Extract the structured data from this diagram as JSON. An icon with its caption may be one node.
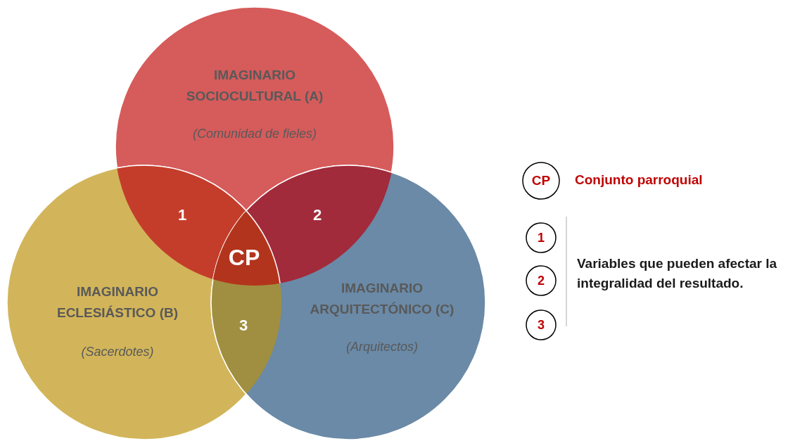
{
  "diagram": {
    "nodes": [
      {
        "text": [
          "IMAGINARIO SOCIOCULTURAL (A)",
          "(Comunidad de fieles)"
        ]
      },
      {
        "text": [
          "IMAGINARIO ECLESIÁSTICO (B)",
          "(Sacerdotes)"
        ]
      },
      {
        "text": [
          "IMAGINARIO ARQUITECTÓNICO (C)",
          "(Arquitectos)"
        ]
      },
      {
        "text": [
          "CP"
        ],
        "beside": [
          "Conjunto parroquial"
        ]
      },
      {
        "text": [
          "1"
        ]
      },
      {
        "text": [
          "2"
        ]
      },
      {
        "text": [
          "3"
        ]
      }
    ],
    "edges": [],
    "labels": [
      "1",
      "2",
      "CP",
      "3",
      "Variables que pueden afectar la integralidad del resultado."
    ]
  }
}
